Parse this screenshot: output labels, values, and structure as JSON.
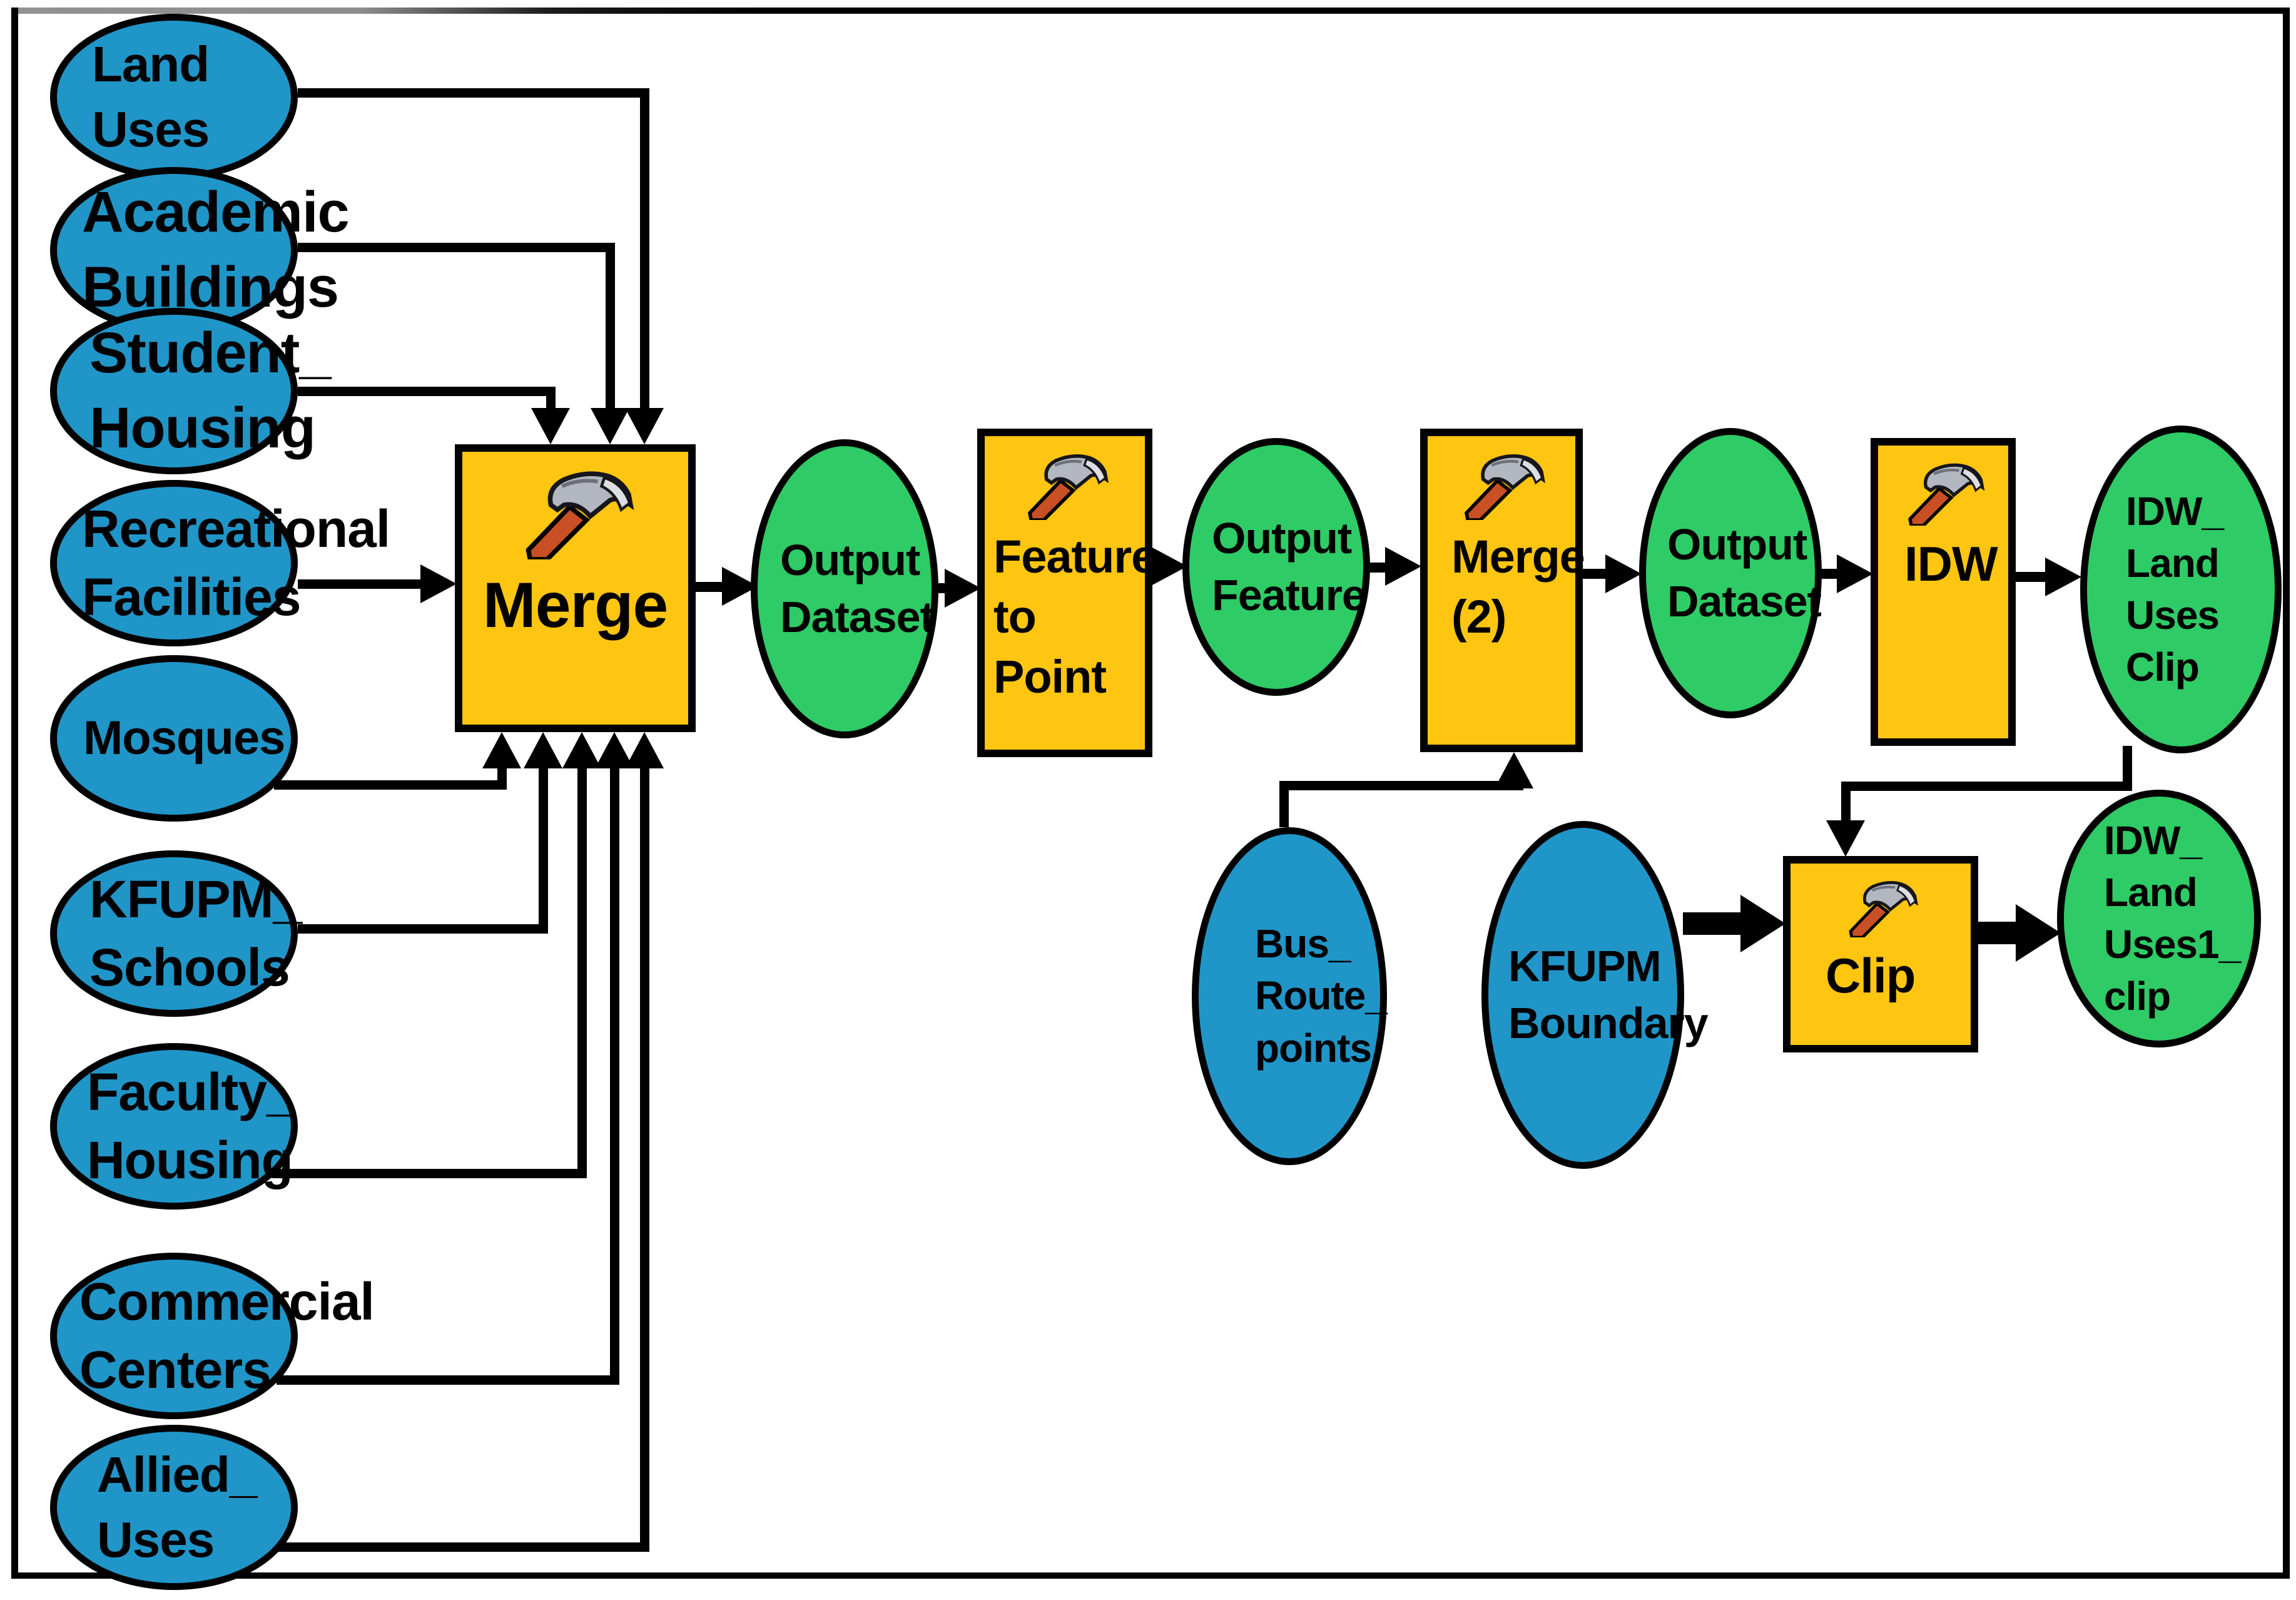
{
  "colors": {
    "input_fill": "#2095c8",
    "output_fill": "#2ecb66",
    "tool_fill": "#fec511",
    "stroke": "#000000",
    "background": "#ffffff"
  },
  "diagram": {
    "nodes": [
      {
        "id": "land-uses",
        "type": "input",
        "label": "Land\nUses"
      },
      {
        "id": "academic-buildings",
        "type": "input",
        "label": "Academic\nBuildings"
      },
      {
        "id": "student-housing",
        "type": "input",
        "label": "Student_\nHousing"
      },
      {
        "id": "recreational-facilities",
        "type": "input",
        "label": "Recreational\nFacilities"
      },
      {
        "id": "mosques",
        "type": "input",
        "label": "Mosques"
      },
      {
        "id": "kfupm-schools",
        "type": "input",
        "label": "KFUPM_\nSchools"
      },
      {
        "id": "faculty-housing",
        "type": "input",
        "label": "Faculty_\nHousing"
      },
      {
        "id": "commercial-centers",
        "type": "input",
        "label": "Commercial\nCenters"
      },
      {
        "id": "allied-uses",
        "type": "input",
        "label": "Allied_\nUses"
      },
      {
        "id": "merge",
        "type": "tool",
        "icon": "hammer-icon",
        "label": "Merge"
      },
      {
        "id": "output-dataset",
        "type": "output",
        "label": "Output\nDataset"
      },
      {
        "id": "feature-to-point",
        "type": "tool",
        "icon": "hammer-icon",
        "label": "Feature\nto\nPoint"
      },
      {
        "id": "output-feature",
        "type": "output",
        "label": "Output\nFeature"
      },
      {
        "id": "merge-2",
        "type": "tool",
        "icon": "hammer-icon",
        "label": "Merge\n(2)"
      },
      {
        "id": "output-dataset-2",
        "type": "output",
        "label": "Output\nDataset"
      },
      {
        "id": "idw",
        "type": "tool",
        "icon": "hammer-icon",
        "label": "IDW"
      },
      {
        "id": "idw-land-uses-clip",
        "type": "output",
        "label": "IDW_\nLand\nUses\nClip"
      },
      {
        "id": "bus-route-points",
        "type": "input",
        "label": "Bus_\nRoute_\npoints"
      },
      {
        "id": "kfupm-boundary",
        "type": "input",
        "label": "KFUPM\nBoundary"
      },
      {
        "id": "clip",
        "type": "tool",
        "icon": "hammer-icon",
        "label": "Clip"
      },
      {
        "id": "idw-land-uses1-clip",
        "type": "output",
        "label": "IDW_\nLand\nUses1_\nclip"
      }
    ]
  }
}
